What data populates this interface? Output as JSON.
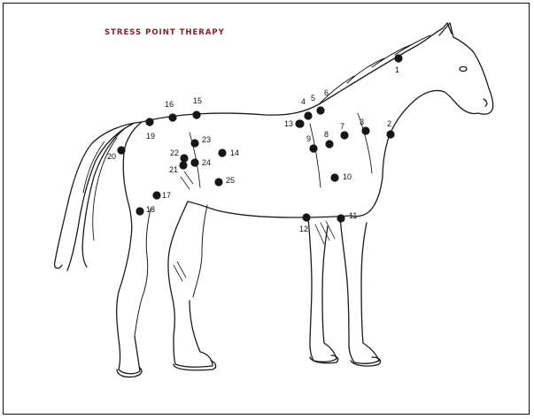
{
  "title": "STRESS POINT THERAPY",
  "title_color": "#8b1a2b",
  "dot_color": "#161616",
  "points": [
    {
      "label": "1"
    },
    {
      "label": "2"
    },
    {
      "label": "3"
    },
    {
      "label": "4"
    },
    {
      "label": "5"
    },
    {
      "label": "6"
    },
    {
      "label": "7"
    },
    {
      "label": "8"
    },
    {
      "label": "9"
    },
    {
      "label": "10"
    },
    {
      "label": "11"
    },
    {
      "label": "12"
    },
    {
      "label": "13"
    },
    {
      "label": "14"
    },
    {
      "label": "15"
    },
    {
      "label": "16"
    },
    {
      "label": "17"
    },
    {
      "label": "18"
    },
    {
      "label": "19"
    },
    {
      "label": "20"
    },
    {
      "label": "21"
    },
    {
      "label": "22"
    },
    {
      "label": "23"
    },
    {
      "label": "24"
    },
    {
      "label": "25"
    }
  ]
}
